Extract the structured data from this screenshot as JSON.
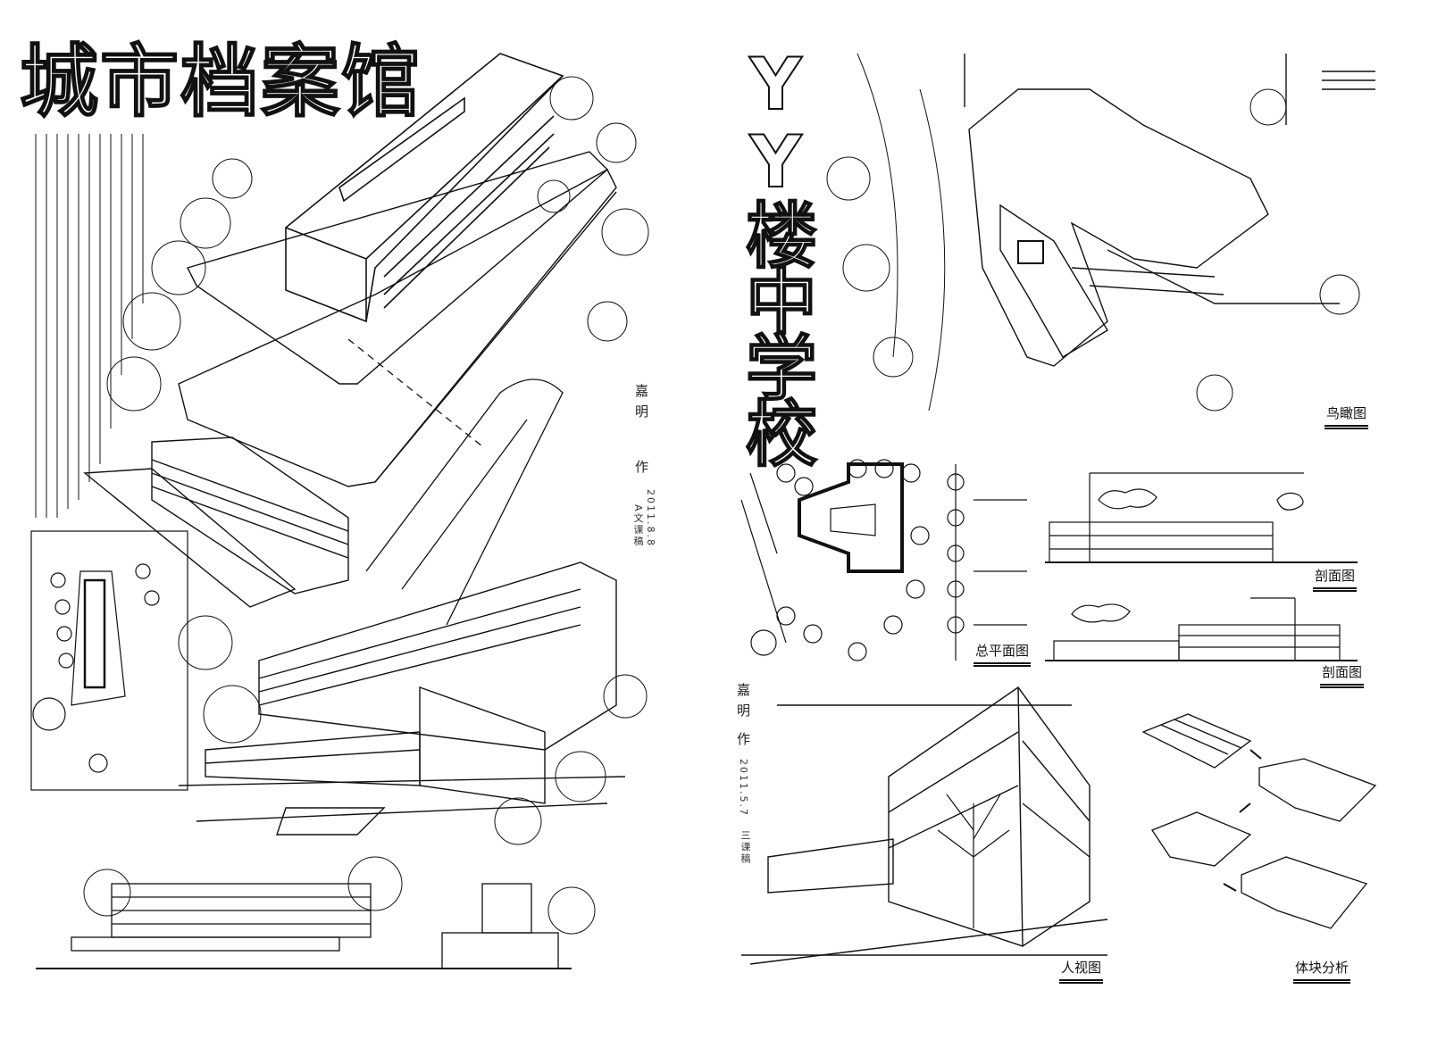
{
  "left_sheet": {
    "title": "城市档案馆",
    "author": "嘉明",
    "author_suffix": "作",
    "date": "2011.8.8",
    "note": "A文课稿"
  },
  "right_sheet": {
    "title": "YY楼中学校",
    "author": "嘉明",
    "author_suffix": "作",
    "date": "2011.5.7",
    "note": "三课稿",
    "labels": {
      "aerial": "鸟瞰图",
      "site_plan": "总平面图",
      "section_1": "剖面图",
      "section_2": "剖面图",
      "perspective": "人视图",
      "massing": "体块分析"
    }
  }
}
